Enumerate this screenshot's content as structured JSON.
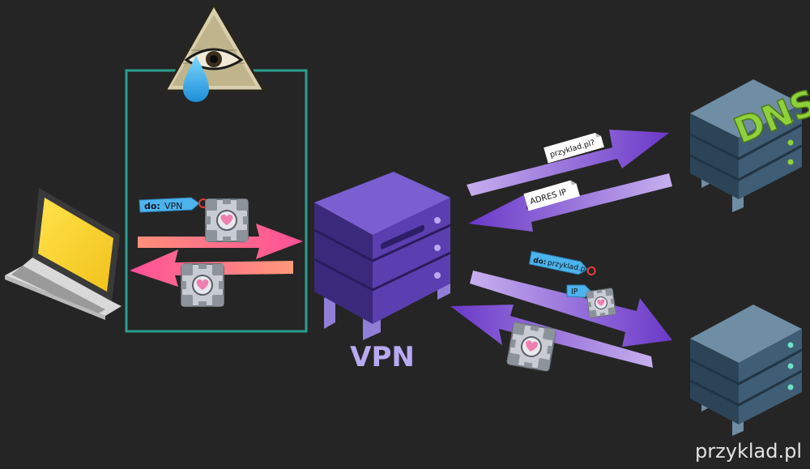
{
  "labels": {
    "tag_to_vpn_prefix": "do:",
    "tag_to_vpn_value": "VPN",
    "vpn_caption": "VPN",
    "dns_logo": "DNS",
    "query_note": "przyklad.pl?",
    "answer_note": "ADRES IP",
    "tag_to_site_prefix": "do:",
    "tag_to_site_value": "przyklad.pl",
    "tag_ip": "IP",
    "site_caption": "przyklad.pl"
  },
  "colors": {
    "background": "#252525",
    "tunnel_border": "#2a9d90",
    "vpn_caption": "#b7aaf2",
    "dns_logo": "#8fd13a",
    "tag_fill": "#4db3ec",
    "arrow_outgoing": "#ff6f8f",
    "arrow_incoming": "#ff8f7a",
    "arrow_purple": "#7a4fd6",
    "server_blue": "#3f5d75",
    "server_purple": "#5b3fb0"
  },
  "icons": {
    "laptop": "laptop-icon",
    "eye": "all-seeing-eye-icon",
    "tear": "tear-drop-icon",
    "vpn_server": "vpn-server-icon",
    "dns_server": "dns-server-icon",
    "web_server": "web-server-icon",
    "package": "companion-cube-icon"
  }
}
